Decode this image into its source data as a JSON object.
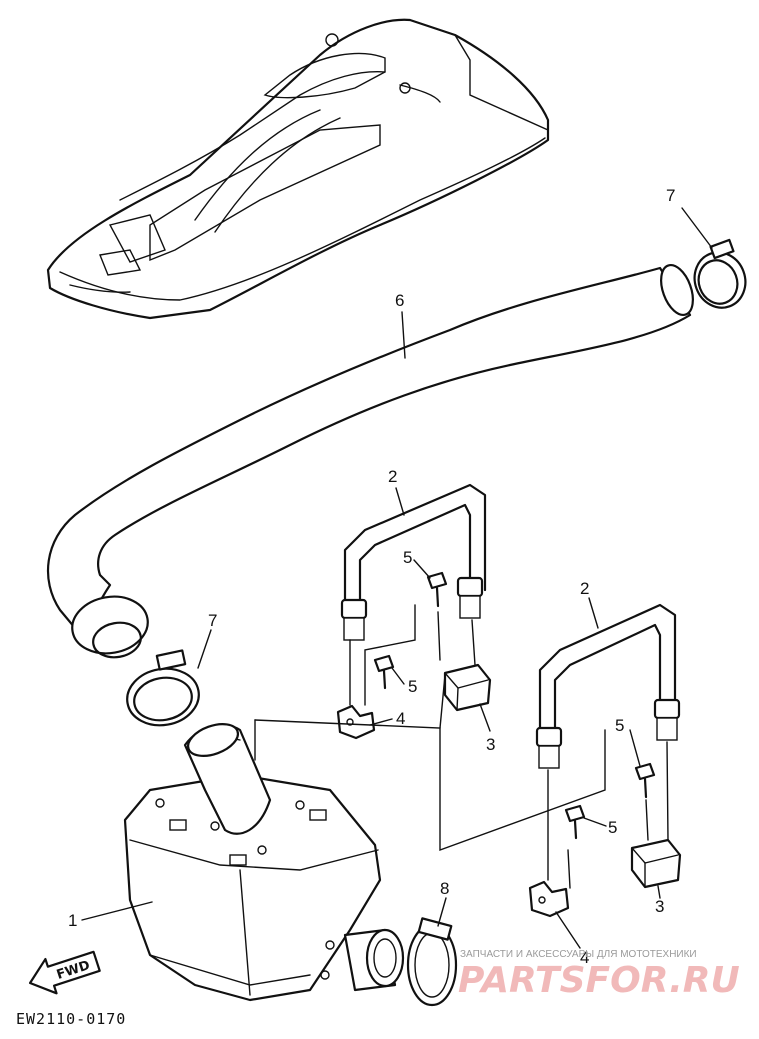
{
  "diagram": {
    "code": "EW2110-0170",
    "fwd_label": "FWD",
    "labels": {
      "one": "1",
      "two_a": "2",
      "two_b": "2",
      "three_a": "3",
      "three_b": "3",
      "four_a": "4",
      "four_b": "4",
      "five_a": "5",
      "five_b": "5",
      "five_c": "5",
      "five_d": "5",
      "six": "6",
      "seven_a": "7",
      "seven_b": "7",
      "eight": "8"
    }
  },
  "watermark": {
    "tagline": "ЗАПЧАСТИ И АКСЕССУАРЫ ДЛЯ МОТОТЕХНИКИ",
    "logo": "PARTSFOR.RU",
    "color": "#f1b9b9"
  }
}
